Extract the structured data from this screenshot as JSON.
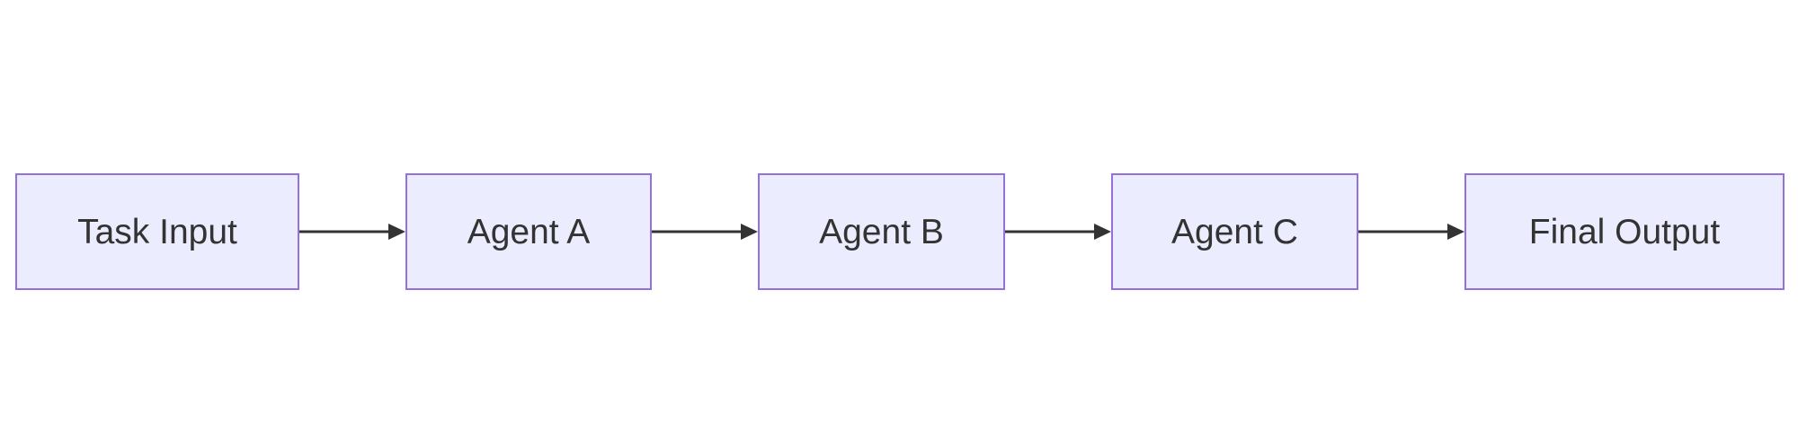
{
  "diagram": {
    "type": "flowchart",
    "direction": "left-to-right",
    "nodes": [
      {
        "id": "task-input",
        "label": "Task Input"
      },
      {
        "id": "agent-a",
        "label": "Agent A"
      },
      {
        "id": "agent-b",
        "label": "Agent B"
      },
      {
        "id": "agent-c",
        "label": "Agent C"
      },
      {
        "id": "final-output",
        "label": "Final Output"
      }
    ],
    "edges": [
      {
        "from": "Task Input",
        "to": "Agent A",
        "style": "arrow"
      },
      {
        "from": "Agent A",
        "to": "Agent B",
        "style": "arrow"
      },
      {
        "from": "Agent B",
        "to": "Agent C",
        "style": "arrow"
      },
      {
        "from": "Agent C",
        "to": "Final Output",
        "style": "arrow"
      }
    ],
    "colors": {
      "node_fill": "#ECECFF",
      "node_border": "#9370DB",
      "text": "#333333",
      "arrow": "#333333",
      "background": "#FFFFFF"
    }
  }
}
